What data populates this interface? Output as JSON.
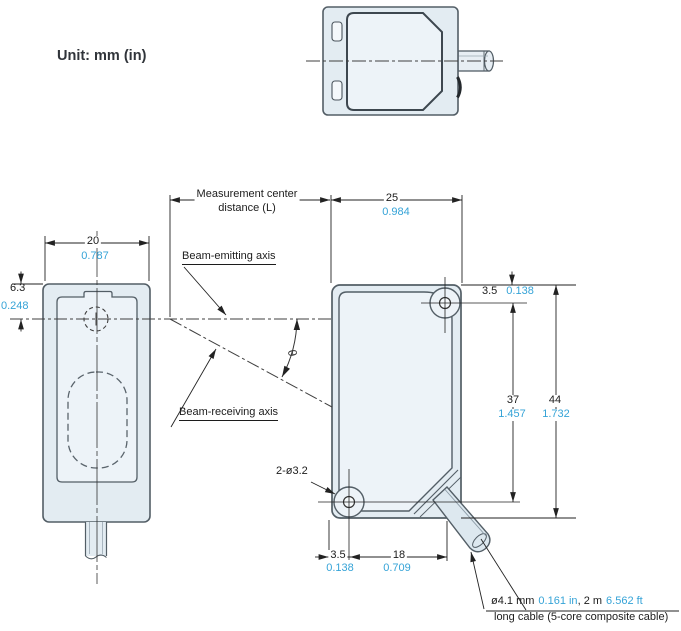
{
  "unit_label": "Unit: mm (in)",
  "annotations": {
    "measurement_center_line1": "Measurement center",
    "measurement_center_line2": "distance (L)",
    "beam_emitting_axis": "Beam-emitting axis",
    "beam_receiving_axis": "Beam-receiving axis",
    "theta_symbol": "θ",
    "mounting_holes": "2-ø3.2"
  },
  "dimensions": {
    "front_width_mm": "20",
    "front_width_in": "0.787",
    "emitter_offset_mm": "6.3",
    "emitter_offset_in": "0.248",
    "body_width_mm": "25",
    "body_width_in": "0.984",
    "top_hole_offset_mm": "3.5",
    "top_hole_offset_in": "0.138",
    "hole_pitch_mm": "37",
    "hole_pitch_in": "1.457",
    "body_height_mm": "44",
    "body_height_in": "1.732",
    "bottom_hole_offset_mm": "3.5",
    "bottom_hole_offset_in": "0.138",
    "cable_exit_offset_mm": "18",
    "cable_exit_offset_in": "0.709"
  },
  "cable_note": {
    "diameter_mm": "ø4.1 mm",
    "diameter_in": "0.161 in",
    "comma": ", ",
    "length_m": "2 m",
    "length_ft": "6.562 ft",
    "line2": "long cable (5-core composite cable)"
  },
  "colors": {
    "inch_value": "#35a3d7",
    "dimension_text": "#1c1c1c",
    "outline": "#535e66",
    "body_fill": "#e3ecf2",
    "panel_fill": "#edf3f8"
  }
}
